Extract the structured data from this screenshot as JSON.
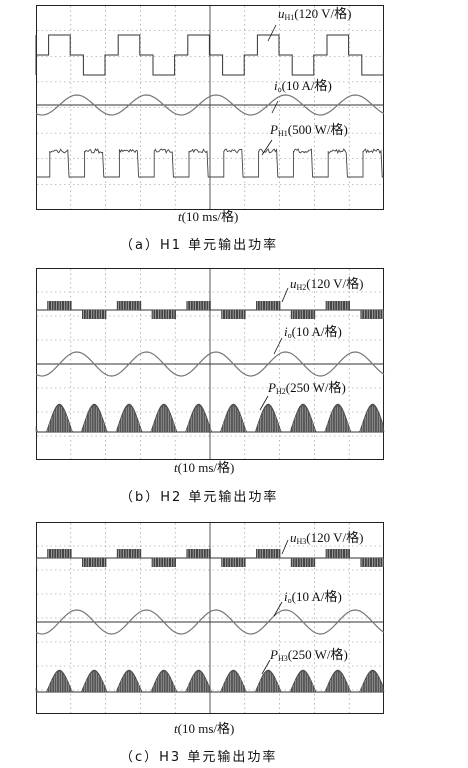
{
  "chart_data": [
    {
      "type": "line",
      "caption": "（a）H1 单元输出功率",
      "time_axis_label": {
        "sym": "t",
        "text": "(10 ms/格)"
      },
      "series": [
        {
          "name": "u_H1",
          "label": {
            "sym": "u",
            "sub": "H1",
            "text": "(120 V/格)"
          },
          "waveform": "square"
        },
        {
          "name": "i_o",
          "label": {
            "sym": "i",
            "sub": "o",
            "text": "(10 A/格)"
          },
          "waveform": "sine"
        },
        {
          "name": "P_H1",
          "label": {
            "sym": "P",
            "sub": "H1",
            "text": "(500 W/格)"
          },
          "waveform": "pulses"
        }
      ]
    },
    {
      "type": "line",
      "caption": "（b）H2 单元输出功率",
      "time_axis_label": {
        "sym": "t",
        "text": "(10 ms/格)"
      },
      "series": [
        {
          "name": "u_H2",
          "label": {
            "sym": "u",
            "sub": "H2",
            "text": "(120 V/格)"
          },
          "waveform": "pwm-square"
        },
        {
          "name": "i_o",
          "label": {
            "sym": "i",
            "sub": "o",
            "text": "(10 A/格)"
          },
          "waveform": "sine"
        },
        {
          "name": "P_H2",
          "label": {
            "sym": "P",
            "sub": "H2",
            "text": "(250 W/格)"
          },
          "waveform": "pwm-humps"
        }
      ]
    },
    {
      "type": "line",
      "caption": "（c）H3 单元输出功率",
      "time_axis_label": {
        "sym": "t",
        "text": "(10 ms/格)"
      },
      "series": [
        {
          "name": "u_H3",
          "label": {
            "sym": "u",
            "sub": "H3",
            "text": "(120 V/格)"
          },
          "waveform": "pwm-square"
        },
        {
          "name": "i_o",
          "label": {
            "sym": "i",
            "sub": "o",
            "text": "(10 A/格)"
          },
          "waveform": "sine"
        },
        {
          "name": "P_H3",
          "label": {
            "sym": "P",
            "sub": "H3",
            "text": "(250 W/格)"
          },
          "waveform": "pwm-humps"
        }
      ]
    }
  ]
}
